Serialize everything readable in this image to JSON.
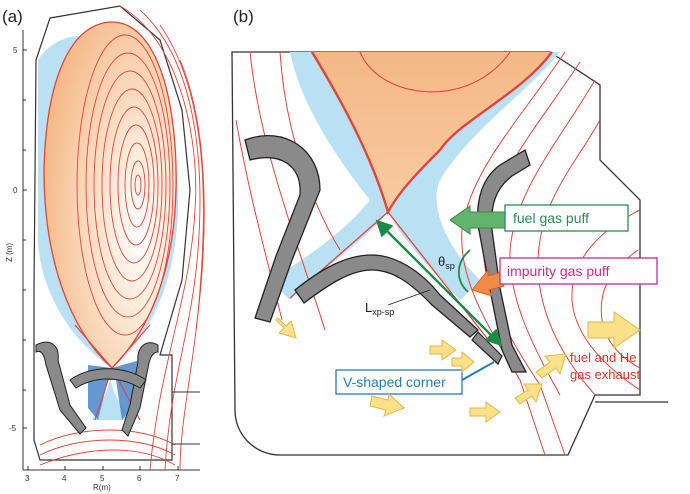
{
  "panels": {
    "a": {
      "label": "(a)"
    },
    "b": {
      "label": "(b)"
    }
  },
  "axes_a": {
    "y_label": "Z (m)",
    "x_label": "R(m)",
    "y_ticks": [
      "5",
      "0",
      "-5"
    ],
    "x_ticks": [
      "3",
      "4",
      "5",
      "6",
      "7"
    ]
  },
  "labels": {
    "fuel_gas_puff": "fuel gas puff",
    "impurity_gas_puff": "impurity gas puff",
    "v_corner": "V-shaped corner",
    "exhaust_line1": "fuel and He",
    "exhaust_line2": "gas exhaust",
    "theta": "θ",
    "theta_sub": "sp",
    "lxp": "L",
    "lxp_sub": "xp-sp"
  },
  "colors": {
    "plasma_fill": "#f6c69a",
    "flux_line": "#e0453a",
    "scrape_off": "#b9e0f3",
    "divertor_dark": "#4a86c8",
    "wall_gray": "#8a8a8a",
    "arrow_green": "#1e8a4a",
    "arrow_yellow": "#fde08a",
    "box_green": "#2a8a57",
    "box_magenta": "#c42d8f",
    "box_blue": "#1f7fb6"
  }
}
